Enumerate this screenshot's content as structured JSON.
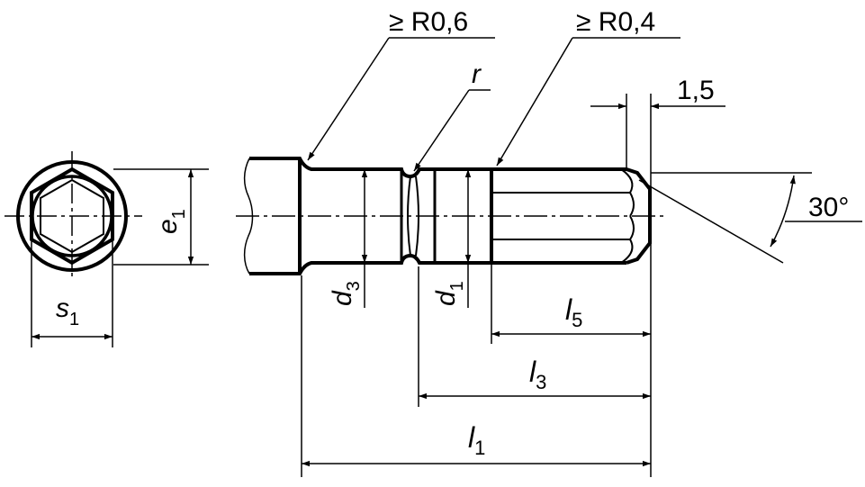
{
  "labels": {
    "radius_shoulder": "≥ R0,6",
    "radius_collar": "≥ R0,4",
    "radius_neck": "r",
    "chamfer_len": "1,5",
    "angle": "30°",
    "e1": {
      "main": "e",
      "sub": "1"
    },
    "s1": {
      "main": "s",
      "sub": "1"
    },
    "d3": {
      "main": "d",
      "sub": "3"
    },
    "d1": {
      "main": "d",
      "sub": "1"
    },
    "l5": {
      "main": "l",
      "sub": "5"
    },
    "l3": {
      "main": "l",
      "sub": "3"
    },
    "l1": {
      "main": "l",
      "sub": "1"
    }
  },
  "colors": {
    "line": "#000000",
    "background": "#ffffff"
  }
}
